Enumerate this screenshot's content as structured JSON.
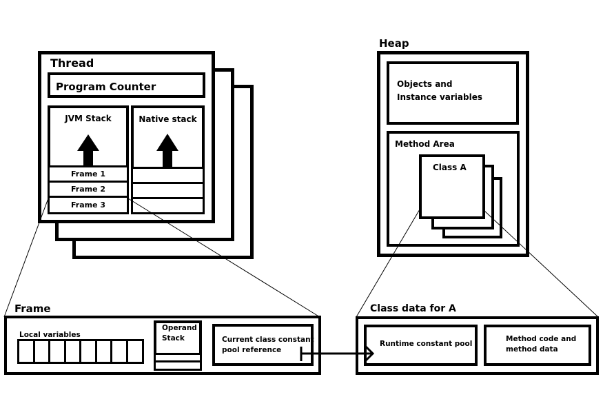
{
  "thread": {
    "title": "Thread",
    "program_counter": "Program Counter",
    "jvm_stack": {
      "title": "JVM Stack",
      "frames": [
        "Frame 1",
        "Frame 2",
        "Frame 3"
      ]
    },
    "native_stack": {
      "title": "Native stack",
      "frames": [
        "",
        "",
        ""
      ]
    }
  },
  "heap": {
    "title": "Heap",
    "objects_line1": "Objects and",
    "objects_line2": "Instance variables",
    "method_area": {
      "title": "Method Area",
      "class_label": "Class A"
    }
  },
  "frame": {
    "title": "Frame",
    "local_variables": {
      "label": "Local variables",
      "slot_count": 8
    },
    "operand_stack_line1": "Operand",
    "operand_stack_line2": "Stack",
    "ccp_ref_line1": "Current class constant",
    "ccp_ref_line2": "pool reference"
  },
  "class_data": {
    "title": "Class data for A",
    "runtime_pool": "Runtime constant pool",
    "method_code_line1": "Method code and",
    "method_code_line2": "method data"
  }
}
